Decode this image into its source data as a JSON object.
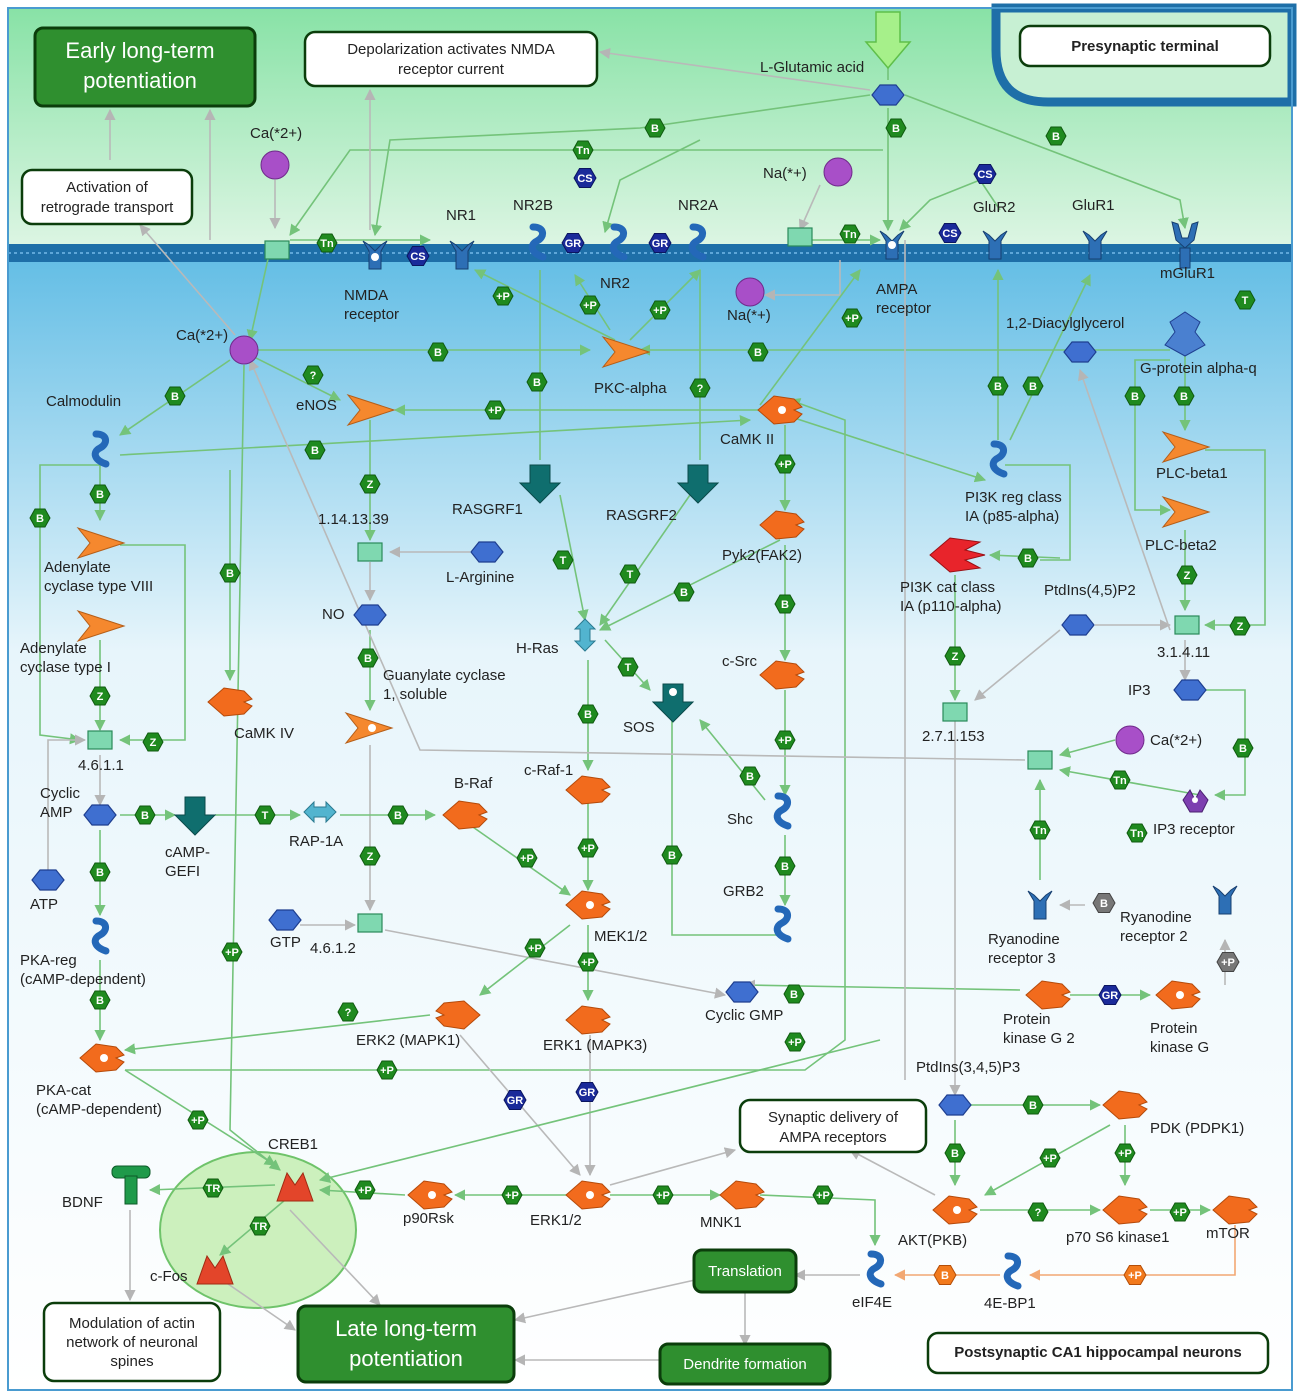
{
  "boxes": {
    "early_ltp": [
      "Early long-term",
      "potentiation"
    ],
    "late_ltp": [
      "Late long-term",
      "potentiation"
    ],
    "depolarization": [
      "Depolarization activates NMDA",
      "receptor current"
    ],
    "presynaptic": "Presynaptic terminal",
    "retrograde": [
      "Activation of",
      "retrograde transport"
    ],
    "synaptic_delivery": [
      "Synaptic delivery of",
      "AMPA receptors"
    ],
    "translation": "Translation",
    "dendrite": "Dendrite formation",
    "modulation": [
      "Modulation of actin",
      "network of neuronal",
      "spines"
    ],
    "postsynaptic": "Postsynaptic CA1 hippocampal neurons"
  },
  "labels": {
    "l_glutamic": "L-Glutamic acid",
    "ca_top": "Ca(*2+)",
    "na_top": "Na(*+)",
    "nr1": "NR1",
    "nr2b": "NR2B",
    "nr2a": "NR2A",
    "nr2": "NR2",
    "glur2": "GluR2",
    "glur1": "GluR1",
    "mglur1": "mGluR1",
    "nmda": [
      "NMDA",
      "receptor"
    ],
    "ampa": [
      "AMPA",
      "receptor"
    ],
    "na_mid": "Na(*+)",
    "ca_mid": "Ca(*2+)",
    "dag": "1,2-Diacylglycerol",
    "gq": "G-protein alpha-q",
    "calmodulin": "Calmodulin",
    "enos": "eNOS",
    "pkc": "PKC-alpha",
    "camk2": "CaMK II",
    "pi3k_reg": [
      "PI3K reg class",
      "IA (p85-alpha)"
    ],
    "plcb1": "PLC-beta1",
    "plcb2": "PLC-beta2",
    "ec_1_14": "1.14.13.39",
    "rasgrf1": "RASGRF1",
    "rasgrf2": "RASGRF2",
    "pyk2": "Pyk2(FAK2)",
    "pi3k_cat": [
      "PI3K cat class",
      "IA (p110-alpha)"
    ],
    "ptdins45": "PtdIns(4,5)P2",
    "ac8": [
      "Adenylate",
      "cyclase type VIII"
    ],
    "larg": "L-Arginine",
    "no": "NO",
    "hras": "H-Ras",
    "csrc": "c-Src",
    "ec_3_1": "3.1.4.11",
    "ac1": [
      "Adenylate",
      "cyclase type I"
    ],
    "gc": [
      "Guanylate cyclase",
      "1, soluble"
    ],
    "sos": "SOS",
    "ip3": "IP3",
    "camk4": "CaMK IV",
    "ec_2_7": "2.7.1.153",
    "ca_right": "Ca(*2+)",
    "ec_4_6_1_1": "4.6.1.1",
    "camp": [
      "Cyclic",
      "AMP"
    ],
    "braf": "B-Raf",
    "craf": "c-Raf-1",
    "shc": "Shc",
    "ip3r": "IP3 receptor",
    "cgef": [
      "cAMP-",
      "GEFI"
    ],
    "rap1a": "RAP-1A",
    "grb2": "GRB2",
    "atp": "ATP",
    "mek": "MEK1/2",
    "ryr3": [
      "Ryanodine",
      "receptor 3"
    ],
    "ryr2": [
      "Ryanodine",
      "receptor 2"
    ],
    "gtp": "GTP",
    "ec_4_6_1_2": "4.6.1.2",
    "pkareg": [
      "PKA-reg",
      "(cAMP-dependent)"
    ],
    "erk2": "ERK2 (MAPK1)",
    "erk1": "ERK1 (MAPK3)",
    "cgmp": "Cyclic GMP",
    "pkg2": [
      "Protein",
      "kinase G 2"
    ],
    "pkg": [
      "Protein",
      "kinase G"
    ],
    "pkacat": [
      "PKA-cat",
      "(cAMP-dependent)"
    ],
    "ptdins345": "PtdIns(3,4,5)P3",
    "pdk": "PDK (PDPK1)",
    "creb": "CREB1",
    "bdnf": "BDNF",
    "p90": "p90Rsk",
    "erk12": "ERK1/2",
    "mnk": "MNK1",
    "akt": "AKT(PKB)",
    "p70": "p70 S6 kinase1",
    "mtor": "mTOR",
    "cfos": "c-Fos",
    "eif4e": "eIF4E",
    "ebp1": "4E-BP1"
  },
  "tags": {
    "b": "B",
    "z": "Z",
    "t": "T",
    "p": "+P",
    "tn": "Tn",
    "cs": "CS",
    "gr": "GR",
    "tr": "TR",
    "q": "?"
  },
  "colors": {
    "membrane": "#1e6fa8",
    "top_green": "#b3e8c6",
    "bottom_blue": "#8fd0ea",
    "node_green": "#1f8a1f",
    "tag_navy": "#1a2a9a",
    "protein_orange": "#f26b1d",
    "edge_green": "#74c37a",
    "dark_box": "#2f8f2f",
    "teal": "#0f6e6e"
  }
}
